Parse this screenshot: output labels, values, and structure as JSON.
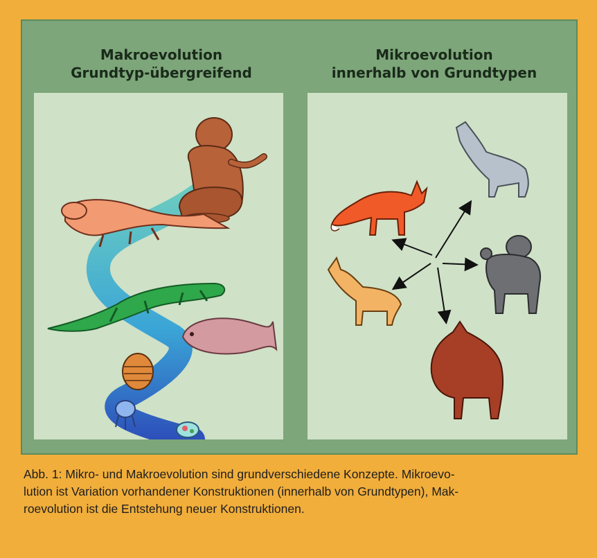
{
  "figure": {
    "left_title": {
      "line1": "Makroevolution",
      "line2": "Grundtyp-übergreifend"
    },
    "right_title": {
      "line1": "Mikroevolution",
      "line2": "innerhalb von Grundtypen"
    },
    "left_illustrations": [
      "human-ancestor",
      "otter-like-mammal",
      "lizard",
      "coelacanth",
      "trilobite",
      "jellyfish",
      "single-cell"
    ],
    "right_illustrations": [
      "grey-wolf",
      "red-fox",
      "poodle",
      "golden-jackal",
      "red-wolf"
    ]
  },
  "caption": {
    "line1": "Abb. 1: Mikro- und Makroevolution sind grundverschiedene Konzepte. Mikroevo-",
    "line2": "lution ist Variation vorhandener Konstruktionen (innerhalb von Grundtypen), Mak-",
    "line3": "roevolution ist die Entstehung neuer Konstruktionen."
  },
  "colors": {
    "frame": "#f1ae3b",
    "figure_bg": "#7da67a",
    "panel_bg": "#cfe1c7",
    "path_top": "#5fc8c0",
    "path_bottom": "#1b3fb8"
  }
}
